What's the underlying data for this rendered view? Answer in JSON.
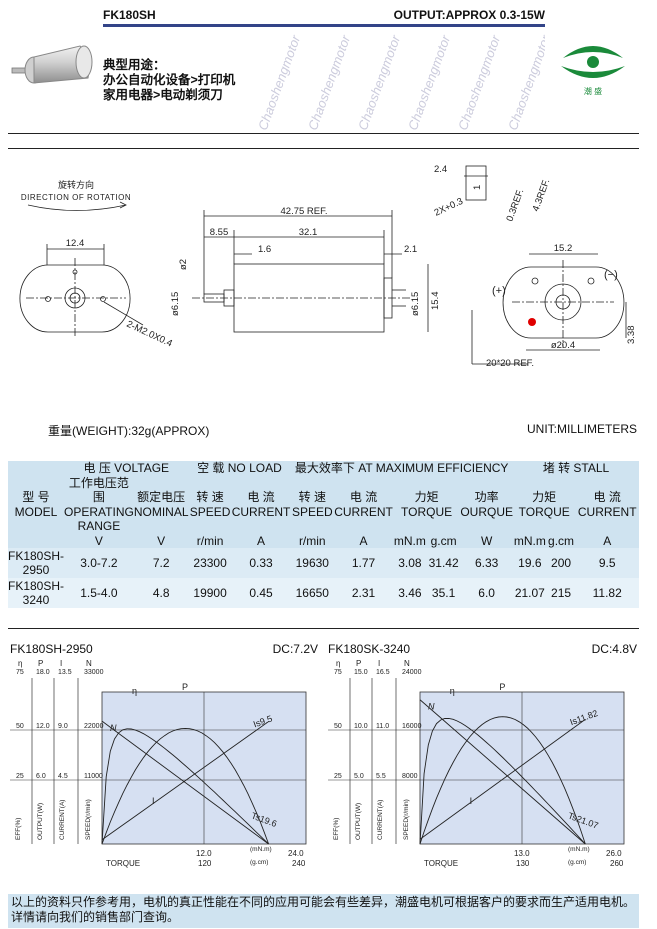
{
  "header": {
    "model": "FK180SH",
    "output": "OUTPUT:APPROX 0.3-15W"
  },
  "applications": {
    "title": "典型用途：",
    "line1": "办公自动化设备>打印机",
    "line2": "家用电器>电动剃须刀"
  },
  "logo": {
    "text": "潮 盛",
    "color": "#1a8a3a"
  },
  "watermark": "Chaoshengmotor",
  "drawing": {
    "rotation_cn": "旋转方向",
    "rotation_en": "DIRECTION OF ROTATION",
    "dim_12_4": "12.4",
    "dim_42_75": "42.75 REF.",
    "dim_8_55": "8.55",
    "dim_32_1": "32.1",
    "dim_1_6": "1.6",
    "dim_2_1": "2.1",
    "dim_2": "ø2",
    "dim_6_15a": "ø6.15",
    "dim_6_15b": "ø6.15",
    "dim_15_4": "15.4",
    "dim_15_2": "15.2",
    "dim_20_4": "ø20.4",
    "dim_3_38": "3.38",
    "dim_2_4": "2.4",
    "dim_1": "1",
    "dim_0_3ref": "0.3REF.",
    "dim_4_3ref": "4.3REF.",
    "dim_2x03": "2X+0.3",
    "dim_m2": "2-M2.0X0.4",
    "dim_20x20": "20*20 REF.",
    "plus": "(+)",
    "minus": "(−)"
  },
  "weight": "重量(WEIGHT):32g(APPROX)",
  "unit": "UNIT:MILLIMETERS",
  "spec_table": {
    "group_voltage": "电 压 VOLTAGE",
    "group_noload": "空 载 NO LOAD",
    "group_maxeff": "最大效率下 AT MAXIMUM EFFICIENCY",
    "group_stall": "堵 转 STALL",
    "model_cn": "型 号",
    "model_en": "MODEL",
    "col_range_cn1": "工作电压范",
    "col_range_cn2": "围",
    "col_range_en1": "OPERATING",
    "col_range_en2": "RANGE",
    "col_nominal_cn": "额定电压",
    "col_nominal_en": "NOMINAL",
    "col_speed_cn": "转 速",
    "col_speed_en": "SPEED",
    "col_current_cn": "电 流",
    "col_current_en": "CURRENT",
    "col_speed2_cn": "转 速",
    "col_speed2_en": "SPEED",
    "col_current2_cn": "电 流",
    "col_current2_en": "CURRENT",
    "col_torque_cn": "力矩",
    "col_torque_en": "TORQUE",
    "col_output_cn": "功率",
    "col_output_en": "OURQUE",
    "col_torque2_cn": "力矩",
    "col_torque2_en": "TORQUE",
    "col_current3_cn": "电 流",
    "col_current3_en": "CURRENT",
    "units": [
      "V",
      "V",
      "r/min",
      "A",
      "r/min",
      "A",
      "mN.m",
      "g.cm",
      "W",
      "mN.m",
      "g.cm",
      "A"
    ],
    "rows": [
      {
        "model1": "FK180SH-",
        "model2": "2950",
        "range": "3.0-7.2",
        "nominal": "7.2",
        "nl_speed": "23300",
        "nl_current": "0.33",
        "eff_speed": "19630",
        "eff_current": "1.77",
        "eff_torque_mn": "3.08",
        "eff_torque_g": "31.42",
        "eff_output": "6.33",
        "st_torque_mn": "19.6",
        "st_torque_g": "200",
        "st_current": "9.5"
      },
      {
        "model1": "FK180SH-",
        "model2": "3240",
        "range": "1.5-4.0",
        "nominal": "4.8",
        "nl_speed": "19900",
        "nl_current": "0.45",
        "eff_speed": "16650",
        "eff_current": "2.31",
        "eff_torque_mn": "3.46",
        "eff_torque_g": "35.1",
        "eff_output": "6.0",
        "st_torque_mn": "21.07",
        "st_torque_g": "215",
        "st_current": "11.82"
      }
    ]
  },
  "chart_data": [
    {
      "type": "line",
      "title": "FK180SH-2950",
      "dc": "DC:7.2V",
      "xlabel": "TORQUE",
      "axis_labels": {
        "eta": "η",
        "p": "P",
        "i": "I",
        "n": "N",
        "eff": "EFF(%)",
        "output": "OUTPUT(W)",
        "current": "CURRENT(A)",
        "speed": "SPEED(r/min)",
        "mnm": "(mN.m)",
        "gcm": "(g.cm)"
      },
      "ticks": {
        "eta": [
          "75",
          "50",
          "25"
        ],
        "p": [
          "18.0",
          "12.0",
          "6.0"
        ],
        "i": [
          "13.5",
          "9.0",
          "4.5"
        ],
        "n": [
          "33000",
          "22000",
          "11000"
        ],
        "x_mnm": [
          "12.0",
          "24.0"
        ],
        "x_gcm": [
          "120",
          "240"
        ]
      },
      "curve_labels": {
        "n": "N",
        "eta": "η",
        "p": "P",
        "is": "Is9.5",
        "ts": "Ts19.6"
      },
      "stall_torque": 19.6,
      "stall_current": 9.5,
      "x_max": 24.0,
      "series": [
        {
          "name": "N",
          "x": [
            0,
            19.6
          ],
          "y": [
            23300,
            0
          ]
        },
        {
          "name": "I",
          "x": [
            0,
            19.6
          ],
          "y": [
            0.33,
            9.5
          ]
        }
      ]
    },
    {
      "type": "line",
      "title": "FK180SK-3240",
      "dc": "DC:4.8V",
      "xlabel": "TORQUE",
      "axis_labels": {
        "eta": "η",
        "p": "P",
        "i": "I",
        "n": "N",
        "eff": "EFF(%)",
        "output": "OUTPUT(W)",
        "current": "CURRENT(A)",
        "speed": "SPEED(r/min)",
        "mnm": "(mN.m)",
        "gcm": "(g.cm)"
      },
      "ticks": {
        "eta": [
          "75",
          "50",
          "25"
        ],
        "p": [
          "15.0",
          "10.0",
          "5.0"
        ],
        "i": [
          "16.5",
          "11.0",
          "5.5"
        ],
        "n": [
          "24000",
          "16000",
          "8000"
        ],
        "x_mnm": [
          "13.0",
          "26.0"
        ],
        "x_gcm": [
          "130",
          "260"
        ]
      },
      "curve_labels": {
        "n": "N",
        "eta": "η",
        "p": "P",
        "is": "Is11.82",
        "ts": "Ts21.07"
      },
      "stall_torque": 21.07,
      "stall_current": 11.82,
      "x_max": 26.0,
      "series": [
        {
          "name": "N",
          "x": [
            0,
            21.07
          ],
          "y": [
            19900,
            0
          ]
        },
        {
          "name": "I",
          "x": [
            0,
            21.07
          ],
          "y": [
            0.45,
            11.82
          ]
        }
      ]
    }
  ],
  "footer": {
    "line1": "以上的资料只作参考用，电机的真正性能在不同的应用可能会有些差异，潮盛电机可根据客户的要求而生产适用电机。",
    "line2": "详情请向我们的销售部门查询。"
  }
}
